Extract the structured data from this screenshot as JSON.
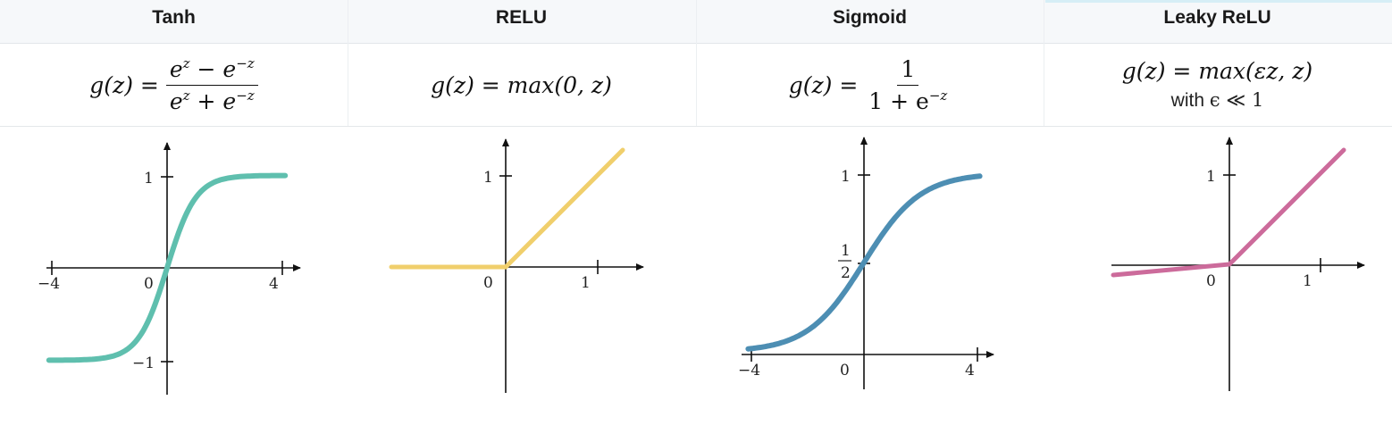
{
  "panels": [
    {
      "title": "Tanh",
      "formula": {
        "lhs": "g(z) =",
        "num_base1": "e",
        "num_exp1": "z",
        "num_mid": " − ",
        "num_base2": "e",
        "num_exp2": "−z",
        "den_base1": "e",
        "den_exp1": "z",
        "den_mid": " + ",
        "den_base2": "e",
        "den_exp2": "−z"
      },
      "tick_labels": {
        "x_left": "−4",
        "origin": "0",
        "x_right": "4",
        "y_top": "1",
        "y_bottom": "−1"
      },
      "color": "#5fbfae"
    },
    {
      "title": "RELU",
      "formula": {
        "text": "g(z) = max(0, z)"
      },
      "tick_labels": {
        "origin": "0",
        "x_right": "1",
        "y_top": "1"
      },
      "color": "#f0cf6c"
    },
    {
      "title": "Sigmoid",
      "formula": {
        "lhs": "g(z) =",
        "num": "1",
        "den_pre": "1 + e",
        "den_exp": "−z"
      },
      "tick_labels": {
        "x_left": "−4",
        "origin": "0",
        "x_right": "4",
        "y_top": "1",
        "y_half_num": "1",
        "y_half_den": "2"
      },
      "color": "#4d8eb3"
    },
    {
      "title": "Leaky ReLU",
      "formula": {
        "text": "g(z) = max(εz, z)",
        "note_prefix": "with ",
        "note_math": "ϵ ≪ 1"
      },
      "tick_labels": {
        "origin": "0",
        "x_right": "1",
        "y_top": "1"
      },
      "color": "#cc6b9b"
    }
  ]
}
